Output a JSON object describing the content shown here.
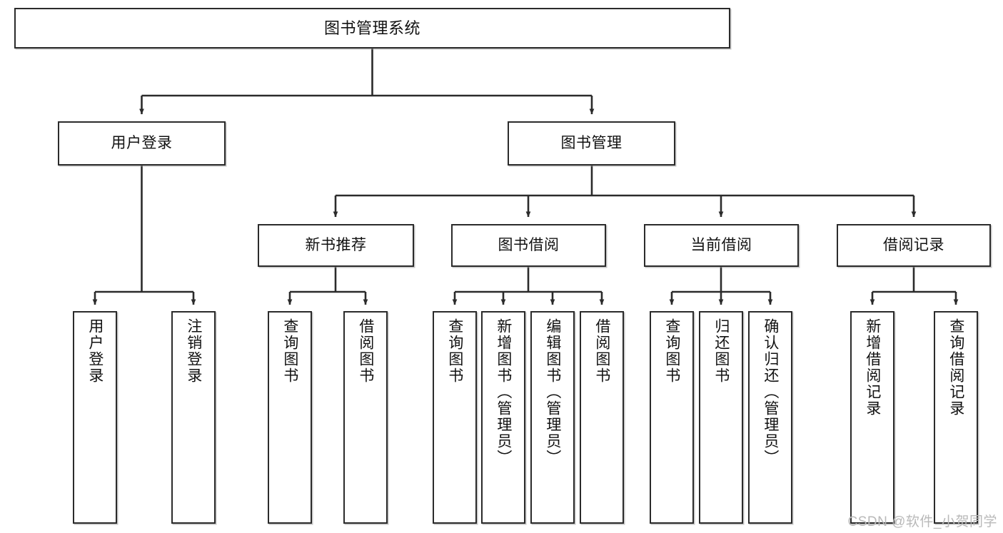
{
  "diagram": {
    "title": "图书管理系统",
    "type": "tree-hierarchy-chart",
    "colors": {
      "box_border": "#2b2b2b",
      "box_fill": "#ffffff",
      "connector": "#2b2b2b",
      "text": "#111111",
      "watermark": "#b9b9b9",
      "background": "#ffffff"
    },
    "root": {
      "label": "图书管理系统"
    },
    "level2": [
      {
        "label": "用户登录"
      },
      {
        "label": "图书管理"
      }
    ],
    "level3": [
      {
        "label": "新书推荐"
      },
      {
        "label": "图书借阅"
      },
      {
        "label": "当前借阅"
      },
      {
        "label": "借阅记录"
      }
    ],
    "leaves": {
      "user_login": [
        {
          "label": "用户登录"
        },
        {
          "label": "注销登录"
        }
      ],
      "new_book_recommend": [
        {
          "label": "查询图书"
        },
        {
          "label": "借阅图书"
        }
      ],
      "book_borrow": [
        {
          "label": "查询图书"
        },
        {
          "label": "新增图书（管理员）"
        },
        {
          "label": "编辑图书（管理员）"
        },
        {
          "label": "借阅图书"
        }
      ],
      "current_borrow": [
        {
          "label": "查询图书"
        },
        {
          "label": "归还图书"
        },
        {
          "label": "确认归还（管理员）"
        }
      ],
      "borrow_record": [
        {
          "label": "新增借阅记录"
        },
        {
          "label": "查询借阅记录"
        }
      ]
    }
  },
  "watermark": {
    "text": "CSDN @软件_小贺同学"
  }
}
